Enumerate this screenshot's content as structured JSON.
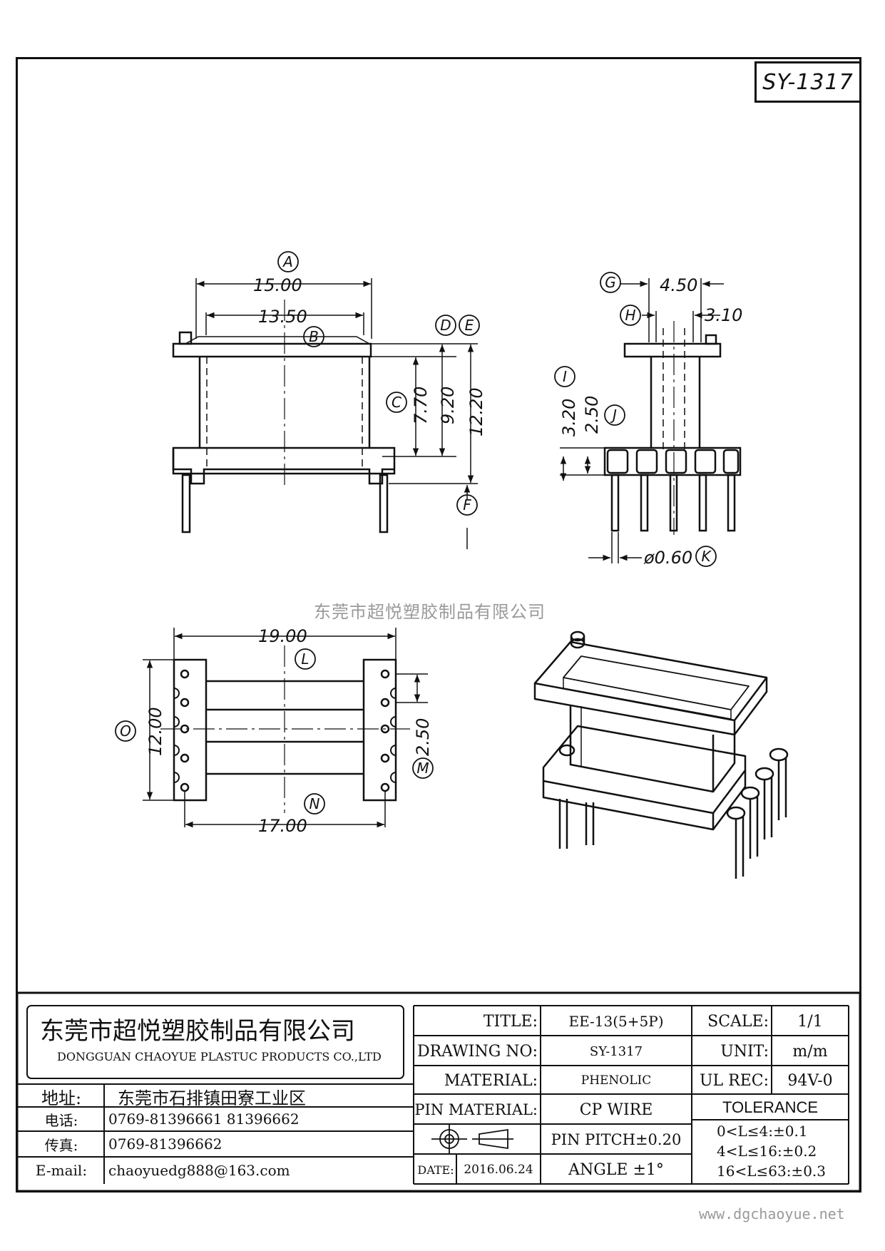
{
  "drawing_number_label": "SY-1317",
  "watermark": "东莞市超悦塑胶制品有限公司",
  "website": "www.dgchaoyue.net",
  "dimensions": {
    "A": "A",
    "B": "B",
    "C": "C",
    "D": "D",
    "E": "E",
    "F": "F",
    "G": "G",
    "H": "H",
    "I": "I",
    "J": "J",
    "K": "K",
    "L": "L",
    "M": "M",
    "N": "N",
    "O": "O",
    "a_val": "15.00",
    "b_val": "13.50",
    "c_val": "7.70",
    "d_val": "9.20",
    "e_val": "12.20",
    "g_val": "4.50",
    "h_val": "3.10",
    "i_val": "3.20",
    "j_val": "2.50",
    "k_val": "ø0.60",
    "l_val": "19.00",
    "m_val": "2.50",
    "n_val": "17.00",
    "o_val": "12.00"
  },
  "company": {
    "name_cn": "东莞市超悦塑胶制品有限公司",
    "name_en": "DONGGUAN CHAOYUE PLASTUC PRODUCTS CO.,LTD",
    "address_label": "地址:",
    "address": "东莞市石排镇田寮工业区",
    "phone_label": "电话:",
    "phone": "0769-81396661   81396662",
    "fax_label": "传真:",
    "fax": "0769-81396662",
    "email_label": "E-mail:",
    "email": "chaoyuedg888@163.com"
  },
  "specs": {
    "title_label": "TITLE:",
    "title": "EE-13(5+5P)",
    "drawing_no_label": "DRAWING NO:",
    "drawing_no": "SY-1317",
    "material_label": "MATERIAL:",
    "material": "PHENOLIC",
    "pin_material_label": "PIN MATERIAL:",
    "pin_material": "CP WIRE",
    "pin_pitch": "PIN PITCH±0.20",
    "angle": "ANGLE  ±1°",
    "date_label": "DATE:",
    "date": "2016.06.24",
    "scale_label": "SCALE:",
    "scale": "1/1",
    "unit_label": "UNIT:",
    "unit": "m/m",
    "ul_rec_label": "UL REC:",
    "ul_rec": "94V-0",
    "tolerance_label": "TOLERANCE",
    "tolerance_1": "0<L≤4:±0.1",
    "tolerance_2": "4<L≤16:±0.2",
    "tolerance_3": "16<L≤63:±0.3"
  }
}
